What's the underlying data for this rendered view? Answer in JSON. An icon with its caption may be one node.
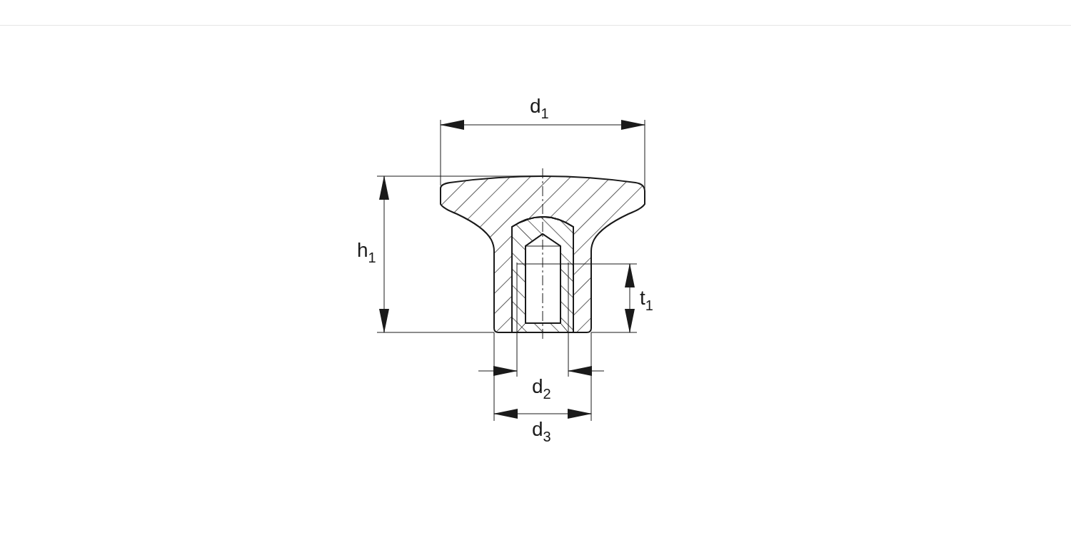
{
  "diagram": {
    "labels": [
      "d$_{1}$",
      "h$_{1}$",
      "t$_{1}$",
      "d$_{2}$",
      "d$_{3}$"
    ]
  }
}
